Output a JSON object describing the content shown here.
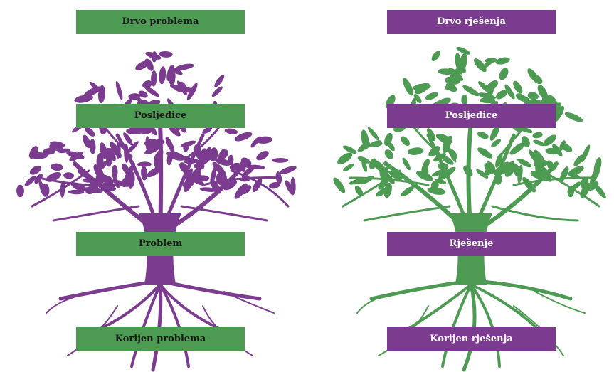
{
  "colors": {
    "green": "#4d9a52",
    "purple": "#7b3c90",
    "white": "#ffffff"
  },
  "problem_tree": {
    "title": "Drvo problema",
    "consequences": "Posljedice",
    "core": "Problem",
    "roots": "Korijen problema",
    "tree_color": "#7b3c90",
    "label_color": "#4d9a52"
  },
  "solution_tree": {
    "title": "Drvo rješenja",
    "consequences": "Posljedice",
    "core": "Rješenje",
    "roots": "Korijen rješenja",
    "tree_color": "#4d9a52",
    "label_color": "#7b3c90"
  }
}
